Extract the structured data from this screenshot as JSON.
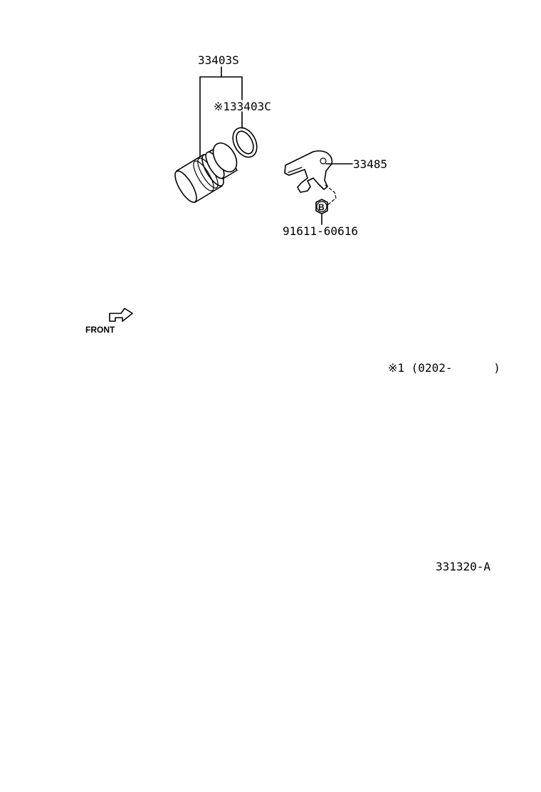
{
  "labels": {
    "assembly": "33403S",
    "oring": "※133403C",
    "clip": "33485",
    "bolt": "91611-60616",
    "bolt_marker": "B",
    "front": "FRONT",
    "note": "※1 (0202-      )",
    "figure_code": "331320-A"
  }
}
